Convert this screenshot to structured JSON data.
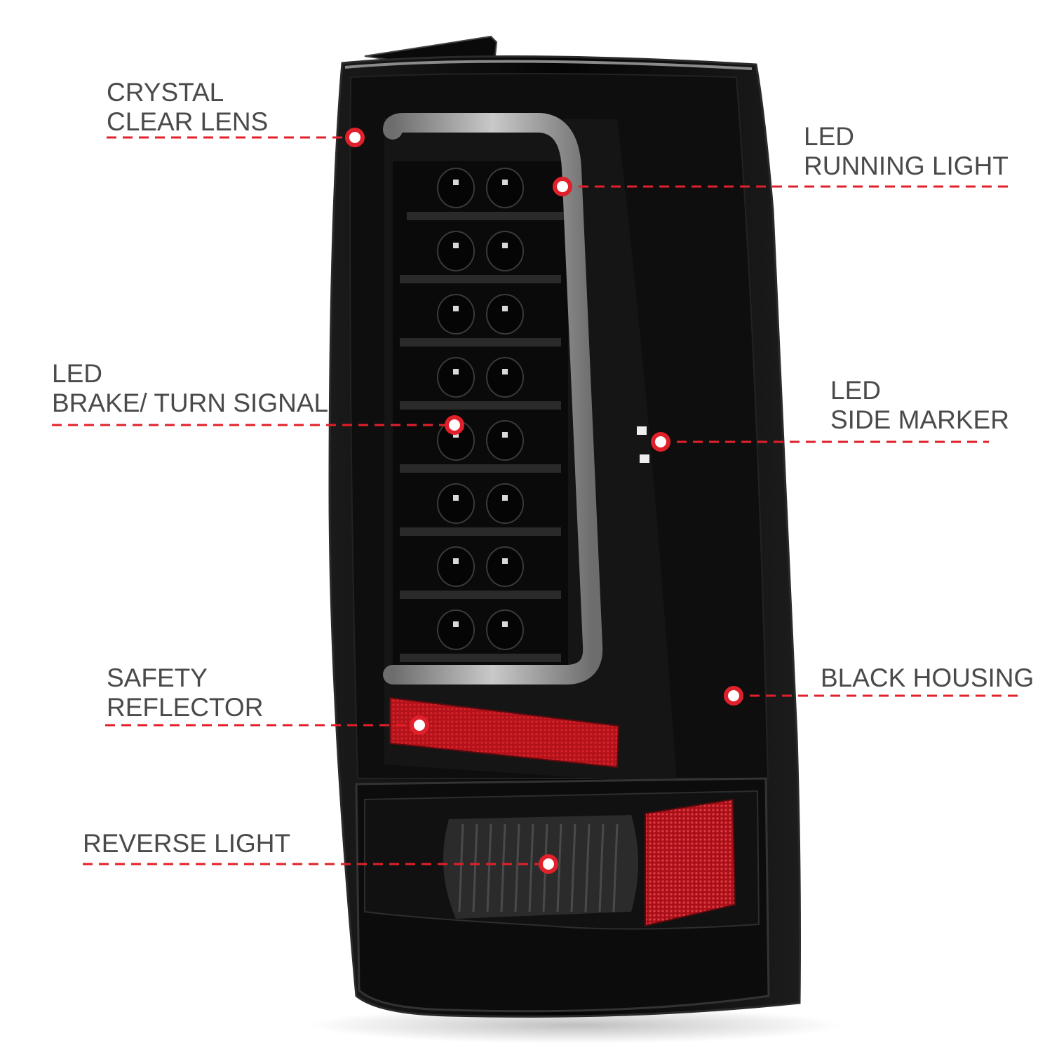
{
  "callouts": {
    "crystal_clear_lens": {
      "lines": [
        "CRYSTAL",
        "CLEAR LENS"
      ]
    },
    "led_running_light": {
      "lines": [
        "LED",
        "RUNNING LIGHT"
      ]
    },
    "led_brake_turn_signal": {
      "lines": [
        "LED",
        "BRAKE/ TURN SIGNAL"
      ]
    },
    "led_side_marker": {
      "lines": [
        "LED",
        "SIDE MARKER"
      ]
    },
    "safety_reflector": {
      "lines": [
        "SAFETY",
        "REFLECTOR"
      ]
    },
    "black_housing": {
      "lines": [
        "BLACK HOUSING"
      ]
    },
    "reverse_light": {
      "lines": [
        "REVERSE LIGHT"
      ]
    }
  },
  "colors": {
    "leader_line": "#e0202a",
    "label_text": "#4a4a4a",
    "housing": "#0b0b0b",
    "reflector": "#c8141c",
    "light_bar": "#9a9a9a"
  }
}
